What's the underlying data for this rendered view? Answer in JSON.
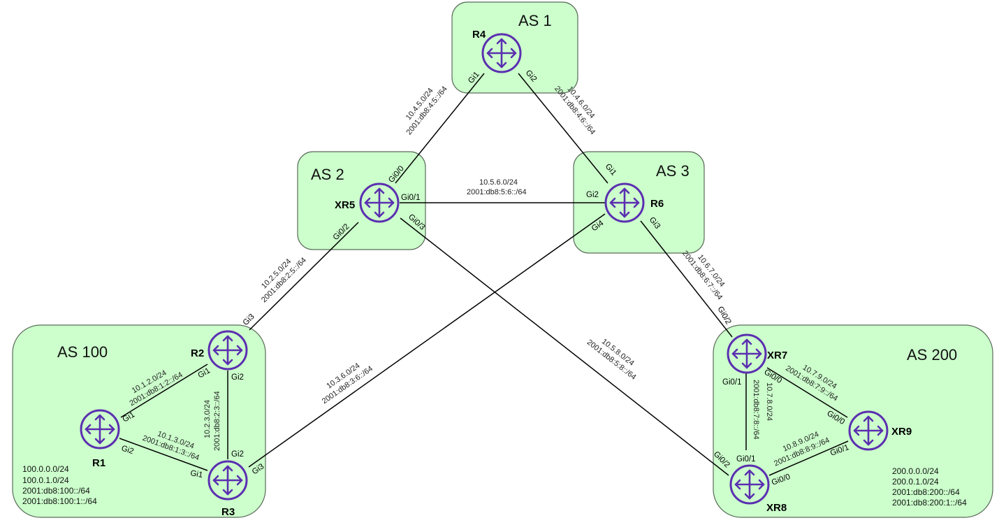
{
  "title": "BGP Lab Topology",
  "colors": {
    "as_fill": "#ccffcc",
    "router_icon": "#5b2fb0",
    "link": "#000000"
  },
  "autonomous_systems": [
    {
      "id": "as1",
      "label": "AS 1"
    },
    {
      "id": "as2",
      "label": "AS 2"
    },
    {
      "id": "as3",
      "label": "AS 3"
    },
    {
      "id": "as100",
      "label": "AS 100",
      "prefixes": [
        "100.0.0.0/24",
        "100.0.1.0/24",
        "2001:db8:100::/64",
        "2001:db8:100:1::/64"
      ]
    },
    {
      "id": "as200",
      "label": "AS 200",
      "prefixes": [
        "200.0.0.0/24",
        "200.0.1.0/24",
        "2001:db8:200::/64",
        "2001:db8:200:1::/64"
      ]
    }
  ],
  "routers": [
    {
      "id": "R4",
      "name": "R4",
      "icon": "router-icon"
    },
    {
      "id": "XR5",
      "name": "XR5",
      "icon": "router-icon"
    },
    {
      "id": "R6",
      "name": "R6",
      "icon": "router-icon"
    },
    {
      "id": "R1",
      "name": "R1",
      "icon": "router-icon"
    },
    {
      "id": "R2",
      "name": "R2",
      "icon": "router-icon"
    },
    {
      "id": "R3",
      "name": "R3",
      "icon": "router-icon"
    },
    {
      "id": "XR7",
      "name": "XR7",
      "icon": "router-icon"
    },
    {
      "id": "XR8",
      "name": "XR8",
      "icon": "router-icon"
    },
    {
      "id": "XR9",
      "name": "XR9",
      "icon": "router-icon"
    }
  ],
  "links": [
    {
      "id": "r4-xr5",
      "a": "R4",
      "a_intf": "Gi1",
      "b": "XR5",
      "b_intf": "Gi0/0",
      "ipv4": "10.4.5.0/24",
      "ipv6": "2001:db8:4:5::/64"
    },
    {
      "id": "r4-r6",
      "a": "R4",
      "a_intf": "Gi2",
      "b": "R6",
      "b_intf": "Gi1",
      "ipv4": "10.4.6.0/24",
      "ipv6": "2001:db8:4:6::/64"
    },
    {
      "id": "xr5-r6",
      "a": "XR5",
      "a_intf": "Gi0/1",
      "b": "R6",
      "b_intf": "Gi2",
      "ipv4": "10.5.6.0/24",
      "ipv6": "2001:db8:5:6::/64"
    },
    {
      "id": "xr5-r2",
      "a": "XR5",
      "a_intf": "Gi0/2",
      "b": "R2",
      "b_intf": "Gi3",
      "ipv4": "10.2.5.0/24",
      "ipv6": "2001:db8:2:5::/64"
    },
    {
      "id": "xr5-xr8",
      "a": "XR5",
      "a_intf": "Gi0/3",
      "b": "XR8",
      "b_intf": "Gi0/2",
      "ipv4": "10.5.8.0/24",
      "ipv6": "2001:db8:5:8::/64"
    },
    {
      "id": "r6-r3",
      "a": "R6",
      "a_intf": "Gi4",
      "b": "R3",
      "b_intf": "Gi3",
      "ipv4": "10.3.6.0/24",
      "ipv6": "2001:db8:3:6::/64"
    },
    {
      "id": "r6-xr7",
      "a": "R6",
      "a_intf": "Gi3",
      "b": "XR7",
      "b_intf": "Gi0/2",
      "ipv4": "10.6.7.0/24",
      "ipv6": "2001:db8:6:7::/64"
    },
    {
      "id": "r1-r2",
      "a": "R1",
      "a_intf": "Gi1",
      "b": "R2",
      "b_intf": "Gi1",
      "ipv4": "10.1.2.0/24",
      "ipv6": "2001:db8:1:2::/64"
    },
    {
      "id": "r1-r3",
      "a": "R1",
      "a_intf": "Gi2",
      "b": "R3",
      "b_intf": "Gi1",
      "ipv4": "10.1.3.0/24",
      "ipv6": "2001:db8:1:3::/64"
    },
    {
      "id": "r2-r3",
      "a": "R2",
      "a_intf": "Gi2",
      "b": "R3",
      "b_intf": "Gi2",
      "ipv4": "10.2.3.0/24",
      "ipv6": "2001:db8:2:3::/64"
    },
    {
      "id": "xr7-xr8",
      "a": "XR7",
      "a_intf": "Gi0/1",
      "b": "XR8",
      "b_intf": "Gi0/1",
      "ipv4": "10.7.8.0/24",
      "ipv6": "2001:db8:7:8::/64"
    },
    {
      "id": "xr7-xr9",
      "a": "XR7",
      "a_intf": "Gi0/0",
      "b": "XR9",
      "b_intf": "Gi0/0",
      "ipv4": "10.7.9.0/24",
      "ipv6": "2001:db8:7:9::/64"
    },
    {
      "id": "xr8-xr9",
      "a": "XR8",
      "a_intf": "Gi0/0",
      "b": "XR9",
      "b_intf": "Gi0/1",
      "ipv4": "10.8.9.0/24",
      "ipv6": "2001:db8:8:9::/64"
    }
  ]
}
